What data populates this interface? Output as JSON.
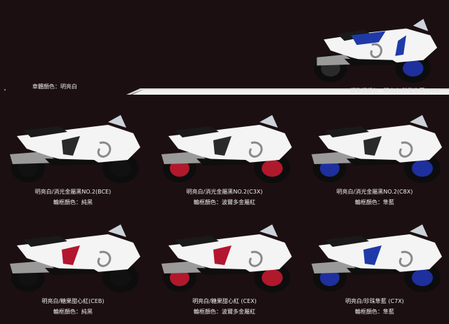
{
  "hero": {
    "body_color_label": "車體顏色：明亮白",
    "standard_label": "標準版顏色：明亮白/珍珠隼藍(JWN)"
  },
  "variants": [
    {
      "name": "明亮白/消光金屬黑NO.2(BCE)",
      "frame": "輪框顏色：純黑",
      "accent": "#2a2a2a",
      "rim": "#111111"
    },
    {
      "name": "明亮白/消光金屬黑NO.2(C3X)",
      "frame": "輪框顏色：波爾多金屬紅",
      "accent": "#2a2a2a",
      "rim": "#b0182c"
    },
    {
      "name": "明亮白/消光金屬黑NO.2(C8X)",
      "frame": "輪框顏色：隼藍",
      "accent": "#2a2a2a",
      "rim": "#1e2f9e"
    },
    {
      "name": "明亮白/糖果甜心紅(CEB)",
      "frame": "輪框顏色：純黑",
      "accent": "#b3162e",
      "rim": "#111111"
    },
    {
      "name": "明亮白/糖果甜心紅 (CEX)",
      "frame": "輪框顏色：波爾多金屬紅",
      "accent": "#b3162e",
      "rim": "#b0182c"
    },
    {
      "name": "明亮白/珍珠隼藍 (C7X)",
      "frame": "輪框顏色：隼藍",
      "accent": "#1f3aa8",
      "rim": "#1e2f9e"
    }
  ]
}
